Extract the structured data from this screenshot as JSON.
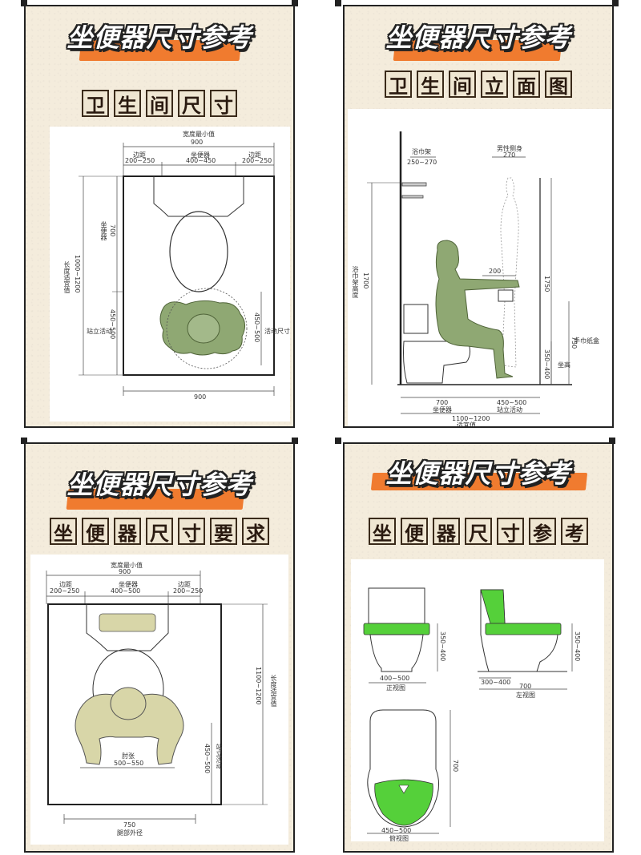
{
  "p1": {
    "title": "坐便器尺寸参考",
    "subtitle": [
      "卫",
      "生",
      "间",
      "尺",
      "寸"
    ],
    "width_min_label": "宽度最小值",
    "width_min_value": "900",
    "side_label_left": "边距",
    "side_value_left": "200~250",
    "seat_label": "坐便器",
    "seat_value": "400~450",
    "side_label_right": "边距",
    "side_value_right": "200~250",
    "length_label": "长度适宜值",
    "length_value": "1000~1200",
    "seat_depth_label": "坐便器",
    "seat_depth_value": "700",
    "stand_label": "站立活动",
    "stand_value": "450~500",
    "activity_label": "活动尺寸",
    "activity_value": "450~500",
    "bottom_value": "900"
  },
  "p2": {
    "title": "坐便器尺寸参考",
    "subtitle": [
      "卫",
      "生",
      "间",
      "立",
      "面",
      "图"
    ],
    "towel_label": "浴巾架",
    "towel_value": "250~270",
    "body_label": "男性侧身",
    "body_value": "270",
    "height_label": "浴巾架高度",
    "height_value": "1700",
    "arm_value": "200",
    "reach_value": "1750",
    "paper_label": "手巾纸盒",
    "paper_value": "750",
    "seat_h_value": "350~400",
    "seat_h_label": "坐高",
    "depth_value": "700",
    "depth_label": "坐便器",
    "stand_value": "450~500",
    "stand_label": "站立活动",
    "total_value": "1100~1200",
    "total_label": "适宜值"
  },
  "p3": {
    "title": "坐便器尺寸参考",
    "subtitle": [
      "坐",
      "便",
      "器",
      "尺",
      "寸",
      "要",
      "求"
    ],
    "width_min_label": "宽度最小值",
    "width_min_value": "900",
    "side_label_left": "边距",
    "side_value_left": "200~250",
    "seat_label": "坐便器",
    "seat_value": "400~500",
    "side_label_right": "边距",
    "side_value_right": "200~250",
    "length_value": "1100~1200",
    "length_label": "长度适宜值",
    "stand_value": "450~500",
    "stand_label": "站立活动",
    "elbow_label": "肘张",
    "elbow_value": "500~550",
    "bottom_value": "750",
    "bottom_label": "腿部外径"
  },
  "p4": {
    "title": "坐便器尺寸参考",
    "subtitle": [
      "坐",
      "便",
      "器",
      "尺",
      "寸",
      "参",
      "考"
    ],
    "front_w_value": "400~500",
    "front_w_label": "正视图",
    "front_h_value": "350~400",
    "side_h_value": "350~400",
    "side_base_value": "300~400",
    "side_d_value": "700",
    "side_d_label": "左视图",
    "top_h_value": "700",
    "top_w_value": "450~500",
    "top_w_label": "俯视图"
  },
  "colors": {
    "panel_bg": "#f4ecdc",
    "title_highlight": "#f07b2f",
    "green_fill": "#55d03a",
    "figure_green": "#8fa873",
    "figure_tan": "#d8d6a8"
  }
}
